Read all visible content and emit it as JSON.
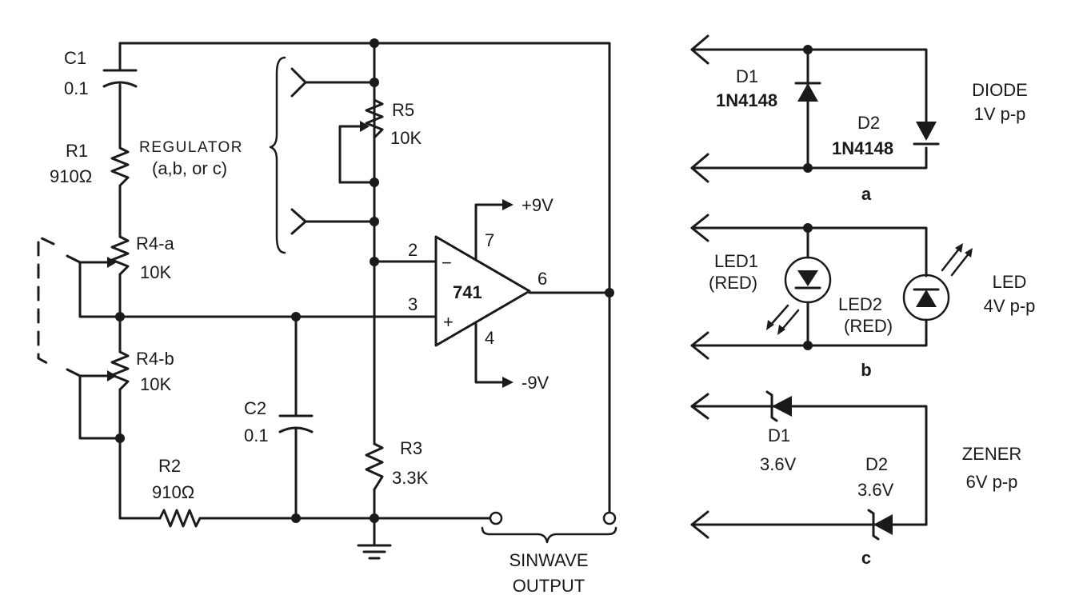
{
  "components": {
    "c1": {
      "name": "C1",
      "value": "0.1"
    },
    "r1": {
      "name": "R1",
      "value": "910Ω"
    },
    "r4a": {
      "name": "R4-a",
      "value": "10K"
    },
    "r4b": {
      "name": "R4-b",
      "value": "10K"
    },
    "c2": {
      "name": "C2",
      "value": "0.1"
    },
    "r2": {
      "name": "R2",
      "value": "910Ω"
    },
    "r5": {
      "name": "R5",
      "value": "10K"
    },
    "r3": {
      "name": "R3",
      "value": "3.3K"
    },
    "opamp": {
      "name": "741",
      "pin_inv": "2",
      "pin_noninv": "3",
      "pin_vpos": "7",
      "pin_vneg": "4",
      "pin_out": "6",
      "minus_sign": "−",
      "plus_sign": "+"
    },
    "supply_pos": "+9V",
    "supply_neg": "-9V"
  },
  "regulator": {
    "line1": "REGULATOR",
    "line2": "(a,b, or c)"
  },
  "output_label": {
    "line1": "SINWAVE",
    "line2": "OUTPUT"
  },
  "option_a": {
    "tag": "a",
    "d1_name": "D1",
    "d1_part": "1N4148",
    "d2_name": "D2",
    "d2_part": "1N4148",
    "type_label": "DIODE",
    "level": "1V p-p"
  },
  "option_b": {
    "tag": "b",
    "led1_name": "LED1",
    "led1_color": "(RED)",
    "led2_name": "LED2",
    "led2_color": "(RED)",
    "type_label": "LED",
    "level": "4V p-p"
  },
  "option_c": {
    "tag": "c",
    "d1_name": "D1",
    "d1_voltage": "3.6V",
    "d2_name": "D2",
    "d2_voltage": "3.6V",
    "type_label": "ZENER",
    "level": "6V p-p"
  }
}
